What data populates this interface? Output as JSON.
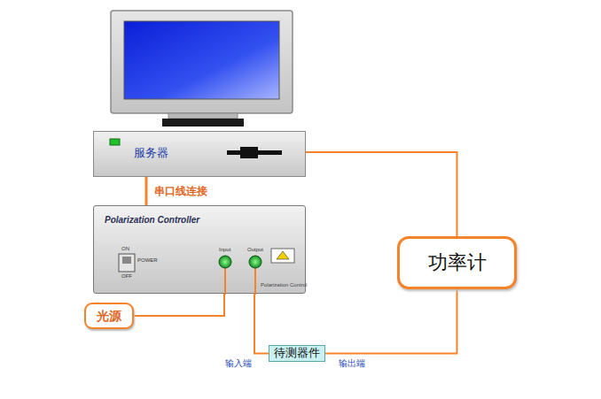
{
  "diagram": {
    "nodes": [
      {
        "text": [
          "服务器"
        ]
      },
      {
        "text": [
          "Polarization Controller",
          "ON",
          "POWER",
          "OFF",
          "Input",
          "Output",
          "Polarization Control"
        ]
      },
      {
        "text": [
          "光源"
        ]
      },
      {
        "text": [
          "功率计"
        ]
      },
      {
        "text": [
          "待测器件"
        ]
      }
    ],
    "edges": [
      {
        "from": 0,
        "to": 3,
        "arrow": "none"
      },
      {
        "from": 3,
        "to": 4,
        "arrow": "none"
      },
      {
        "from": 1,
        "to": 4,
        "arrow": "none"
      },
      {
        "from": 2,
        "to": 1,
        "arrow": "none"
      },
      {
        "from": 0,
        "to": 1,
        "label": "串口线连接",
        "arrow": "none"
      }
    ],
    "labels": [
      "输入端",
      "输出端"
    ]
  }
}
